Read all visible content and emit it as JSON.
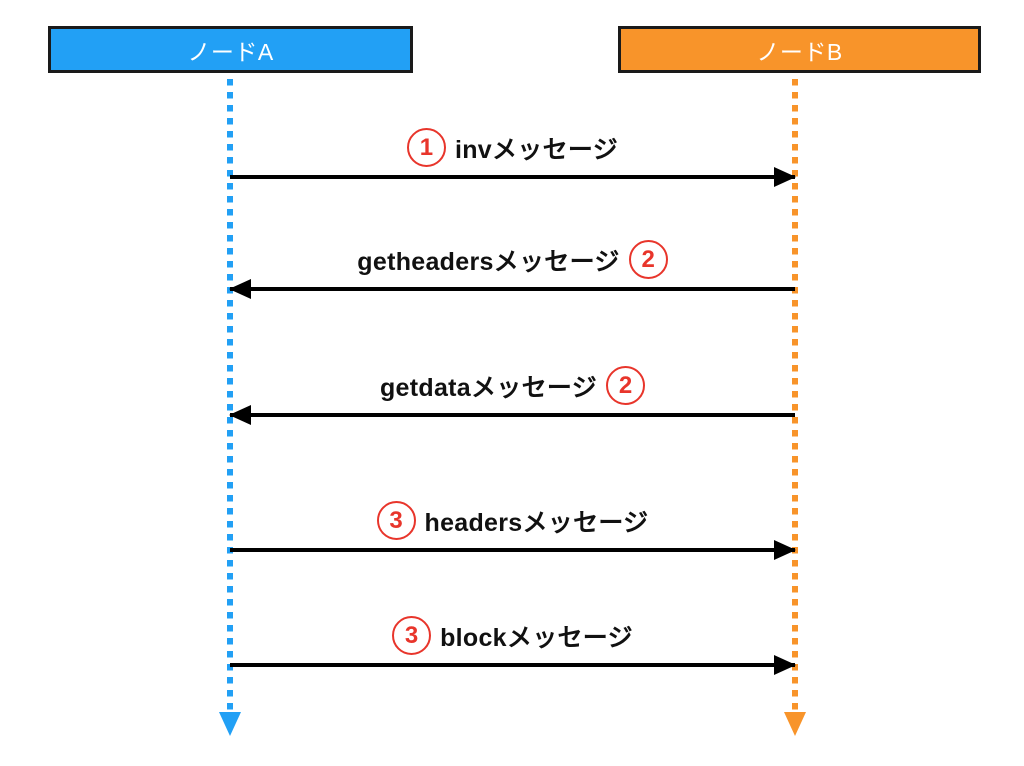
{
  "diagram": {
    "type": "sequence-diagram",
    "title": "",
    "background_color": "#ffffff",
    "participants": [
      {
        "id": "node-a",
        "label": "ノードA",
        "fill_color": "#22a0f5",
        "border_color": "#1a1a1a",
        "text_color": "#ffffff",
        "lifeline_color": "#22a0f5",
        "lifeline_style": "dotted"
      },
      {
        "id": "node-b",
        "label": "ノードB",
        "fill_color": "#f8942a",
        "border_color": "#1a1a1a",
        "text_color": "#ffffff",
        "lifeline_color": "#f8942a",
        "lifeline_style": "dotted"
      }
    ],
    "accent_color": "#e8352b",
    "arrow_color": "#000000",
    "messages": [
      {
        "index": 1,
        "step_number": "1",
        "label": "invメッセージ",
        "from": "node-a",
        "to": "node-b",
        "direction": "right",
        "number_position": "left"
      },
      {
        "index": 2,
        "step_number": "2",
        "label": "getheadersメッセージ",
        "from": "node-b",
        "to": "node-a",
        "direction": "left",
        "number_position": "right"
      },
      {
        "index": 3,
        "step_number": "2",
        "label": "getdataメッセージ",
        "from": "node-b",
        "to": "node-a",
        "direction": "left",
        "number_position": "right"
      },
      {
        "index": 4,
        "step_number": "3",
        "label": "headersメッセージ",
        "from": "node-a",
        "to": "node-b",
        "direction": "right",
        "number_position": "left"
      },
      {
        "index": 5,
        "step_number": "3",
        "label": "blockメッセージ",
        "from": "node-a",
        "to": "node-b",
        "direction": "right",
        "number_position": "left"
      }
    ]
  }
}
